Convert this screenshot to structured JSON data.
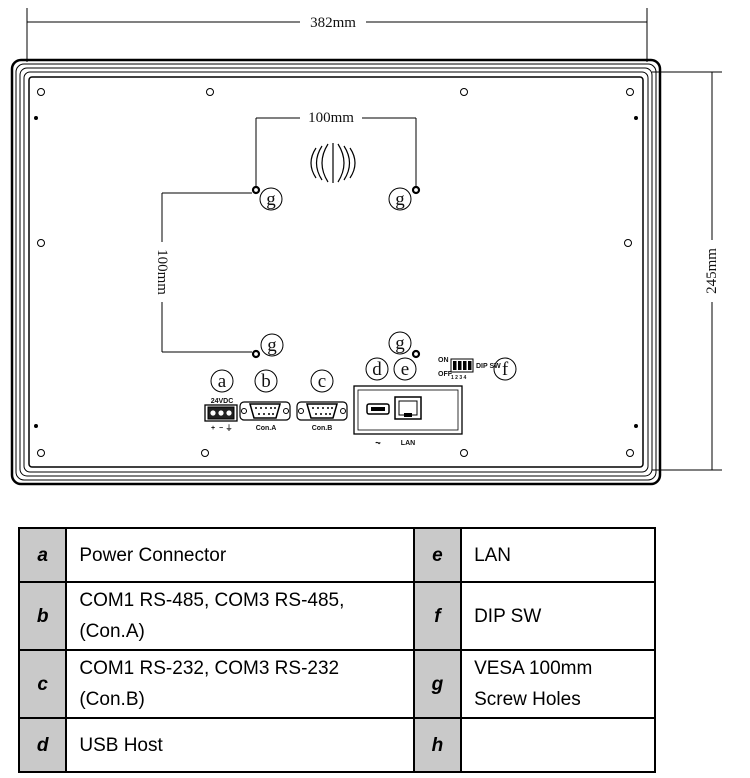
{
  "dimensions": {
    "width": "382mm",
    "height": "245mm",
    "vesa_horizontal": "100mm",
    "vesa_vertical": "100mm"
  },
  "callouts": {
    "a": "a",
    "b": "b",
    "c": "c",
    "d": "d",
    "e": "e",
    "f": "f",
    "g": "g"
  },
  "port_labels": {
    "power": "24VDC",
    "con_a": "Con.A",
    "con_b": "Con.B",
    "lan": "LAN",
    "dip_on": "ON",
    "dip_off": "OFF",
    "dip_numbers": "1 2 3 4",
    "dip_sw": "DIP SW"
  },
  "legend": {
    "rows": [
      {
        "key_left": "a",
        "desc_left": "Power Connector",
        "key_right": "e",
        "desc_right": "LAN"
      },
      {
        "key_left": "b",
        "desc_left": "COM1 RS-485, COM3 RS-485, (Con.A)",
        "key_right": "f",
        "desc_right": "DIP SW"
      },
      {
        "key_left": "c",
        "desc_left": "COM1 RS-232, COM3 RS-232 (Con.B)",
        "key_right": "g",
        "desc_right": "VESA 100mm Screw Holes"
      },
      {
        "key_left": "d",
        "desc_left": "USB Host",
        "key_right": "h",
        "desc_right": ""
      }
    ]
  }
}
